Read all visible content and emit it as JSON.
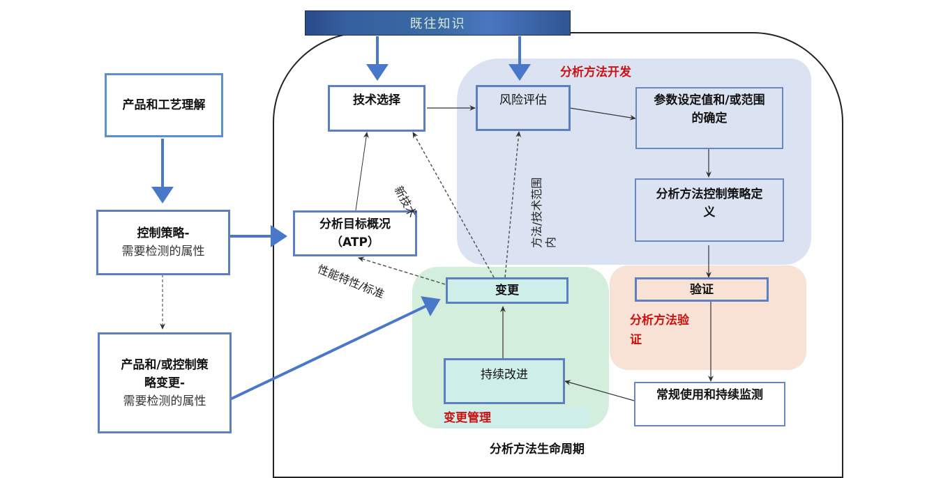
{
  "header": {
    "prior_knowledge": "既往知识"
  },
  "left_column": {
    "product_process": "产品和工艺理解",
    "control_strategy": {
      "title": "控制策略-",
      "subtitle": "需要检测的属性"
    },
    "change_strategy": {
      "title_line1": "产品和/或控制策",
      "title_line2": "略变更-",
      "subtitle": "需要检测的属性"
    }
  },
  "lifecycle": {
    "title": "分析方法生命周期",
    "atp": {
      "line1": "分析目标概况",
      "line2": "（ATP）"
    },
    "tech_selection": "技术选择",
    "change": "变更",
    "continuous_improvement": "持续改进",
    "routine_use": "常规使用和持续监测"
  },
  "regions": {
    "development": {
      "label": "分析方法开发",
      "color": "#dbe3f2",
      "risk_assessment": "风险评估",
      "parameters": {
        "line1": "参数设定值和/或范围",
        "line2": "的确定"
      },
      "control_strategy_def": {
        "line1": "分析方法控制策略定",
        "line2": "义"
      }
    },
    "validation": {
      "label_line1": "分析方法验",
      "label_line2": "证",
      "color": "#f8e2d6",
      "validation_box": "验证"
    },
    "change_management": {
      "label": "变更管理",
      "color": "#d4eedd"
    }
  },
  "edge_labels": {
    "new_technology": "新技术",
    "within_scope_line1": "方法/技术范围",
    "within_scope_line2": "内",
    "performance_criteria": "性能特性/标准"
  },
  "colors": {
    "accent_blue": "#4a78c8",
    "box_border": "#5b7fc2",
    "region_label_red": "#cc1111",
    "header_bar": "#355f9e"
  }
}
